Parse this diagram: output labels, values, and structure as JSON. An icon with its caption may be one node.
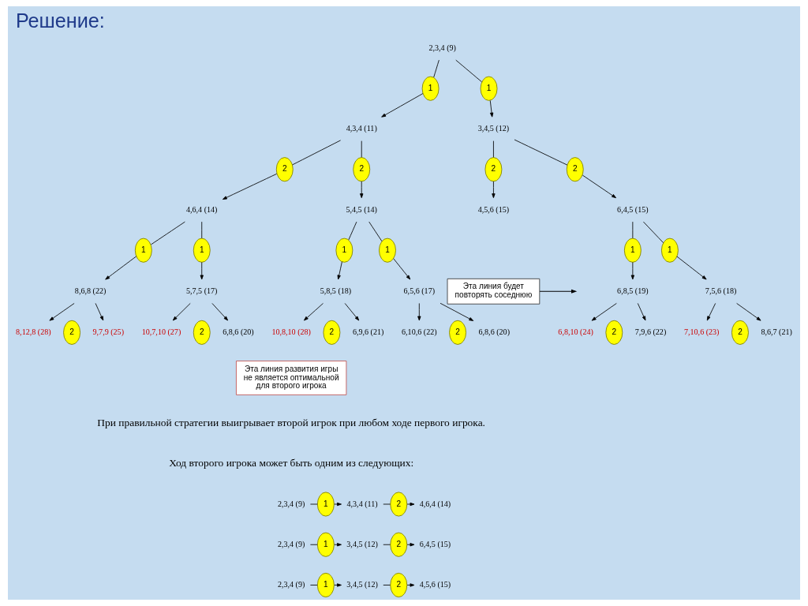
{
  "diagram": {
    "title": "Решение:",
    "nodes": [
      {
        "text": [
          "2,3,4 (9)"
        ]
      },
      {
        "text": [
          "1"
        ]
      },
      {
        "text": [
          "1"
        ]
      },
      {
        "text": [
          "4,3,4 (11)"
        ]
      },
      {
        "text": [
          "3,4,5 (12)"
        ]
      },
      {
        "text": [
          "2"
        ]
      },
      {
        "text": [
          "2"
        ]
      },
      {
        "text": [
          "2"
        ]
      },
      {
        "text": [
          "2"
        ]
      },
      {
        "text": [
          "4,6,4 (14)"
        ]
      },
      {
        "text": [
          "5,4,5 (14)"
        ]
      },
      {
        "text": [
          "4,5,6 (15)"
        ]
      },
      {
        "text": [
          "6,4,5 (15)"
        ]
      },
      {
        "text": [
          "1"
        ]
      },
      {
        "text": [
          "1"
        ]
      },
      {
        "text": [
          "1"
        ]
      },
      {
        "text": [
          "1"
        ]
      },
      {
        "text": [
          "Эта линия будет повторять соседнюю"
        ]
      },
      {
        "text": [
          "1"
        ]
      },
      {
        "text": [
          "1"
        ]
      },
      {
        "text": [
          "8,6,8 (22)"
        ]
      },
      {
        "text": [
          "5,7,5 (17)"
        ]
      },
      {
        "text": [
          "5,8,5 (18)"
        ]
      },
      {
        "text": [
          "6,5,6 (17)"
        ]
      },
      {
        "text": [
          "6,8,5 (19)"
        ]
      },
      {
        "text": [
          "7,5,6 (18)"
        ]
      },
      {
        "text": [
          "2"
        ]
      },
      {
        "text": [
          "2"
        ]
      },
      {
        "text": [
          "2"
        ]
      },
      {
        "text": [
          "2"
        ]
      },
      {
        "text": [
          "2"
        ]
      },
      {
        "text": [
          "2"
        ]
      },
      {
        "text": [
          "8,12,8 (28)"
        ]
      },
      {
        "text": [
          "9,7,9 (25)"
        ]
      },
      {
        "text": [
          "10,7,10 (27)"
        ]
      },
      {
        "text": [
          "6,8,6 (20)"
        ]
      },
      {
        "text": [
          "10,8,10 (28)"
        ]
      },
      {
        "text": [
          "6,9,6 (21)"
        ]
      },
      {
        "text": [
          "6,10,6 (22)"
        ]
      },
      {
        "text": [
          "6,8,6 (20)"
        ]
      },
      {
        "text": [
          "6,8,10 (24)"
        ]
      },
      {
        "text": [
          "7,9,6 (22)"
        ]
      },
      {
        "text": [
          "7,10,6 (23)"
        ]
      },
      {
        "text": [
          "8,6,7 (21)"
        ]
      },
      {
        "text": [
          "Эта линия развития игры не является оптимальной для второго игрока"
        ]
      },
      {
        "text": [
          "2,3,4 (9)"
        ]
      },
      {
        "text": [
          "1"
        ]
      },
      {
        "text": [
          "4,3,4 (11)"
        ]
      },
      {
        "text": [
          "2"
        ]
      },
      {
        "text": [
          "4,6,4 (14)"
        ]
      },
      {
        "text": [
          "2,3,4 (9)"
        ]
      },
      {
        "text": [
          "1"
        ]
      },
      {
        "text": [
          "3,4,5 (12)"
        ]
      },
      {
        "text": [
          "2"
        ]
      },
      {
        "text": [
          "6,4,5 (15)"
        ]
      },
      {
        "text": [
          "2,3,4 (9)"
        ]
      },
      {
        "text": [
          "1"
        ]
      },
      {
        "text": [
          "3,4,5 (12)"
        ]
      },
      {
        "text": [
          "2"
        ]
      },
      {
        "text": [
          "4,5,6 (15)"
        ]
      }
    ],
    "edges": [
      {
        "from": 0,
        "to": 1,
        "arrow": "none"
      },
      {
        "from": 1,
        "to": 3,
        "arrow": "to"
      },
      {
        "from": 0,
        "to": 2,
        "arrow": "none"
      },
      {
        "from": 2,
        "to": 4,
        "arrow": "to"
      },
      {
        "from": 3,
        "to": 5,
        "arrow": "none"
      },
      {
        "from": 5,
        "to": 9,
        "arrow": "to"
      },
      {
        "from": 3,
        "to": 6,
        "arrow": "none"
      },
      {
        "from": 6,
        "to": 10,
        "arrow": "to"
      },
      {
        "from": 4,
        "to": 7,
        "arrow": "none"
      },
      {
        "from": 7,
        "to": 11,
        "arrow": "to"
      },
      {
        "from": 4,
        "to": 8,
        "arrow": "none"
      },
      {
        "from": 8,
        "to": 12,
        "arrow": "to"
      },
      {
        "from": 9,
        "to": 13,
        "arrow": "none"
      },
      {
        "from": 13,
        "to": 20,
        "arrow": "to"
      },
      {
        "from": 9,
        "to": 14,
        "arrow": "none"
      },
      {
        "from": 14,
        "to": 21,
        "arrow": "to"
      },
      {
        "from": 10,
        "to": 15,
        "arrow": "none"
      },
      {
        "from": 15,
        "to": 22,
        "arrow": "to"
      },
      {
        "from": 10,
        "to": 16,
        "arrow": "none"
      },
      {
        "from": 16,
        "to": 23,
        "arrow": "to"
      },
      {
        "from": 12,
        "to": 18,
        "arrow": "none"
      },
      {
        "from": 18,
        "to": 24,
        "arrow": "to"
      },
      {
        "from": 12,
        "to": 19,
        "arrow": "none"
      },
      {
        "from": 19,
        "to": 25,
        "arrow": "to"
      },
      {
        "from": 20,
        "to": 32,
        "arrow": "to"
      },
      {
        "from": 20,
        "to": 33,
        "arrow": "to"
      },
      {
        "from": 21,
        "to": 34,
        "arrow": "to"
      },
      {
        "from": 21,
        "to": 35,
        "arrow": "to"
      },
      {
        "from": 22,
        "to": 36,
        "arrow": "to"
      },
      {
        "from": 22,
        "to": 37,
        "arrow": "to"
      },
      {
        "from": 23,
        "to": 38,
        "arrow": "to"
      },
      {
        "from": 23,
        "to": 39,
        "arrow": "to"
      },
      {
        "from": 24,
        "to": 40,
        "arrow": "to"
      },
      {
        "from": 24,
        "to": 41,
        "arrow": "to"
      },
      {
        "from": 25,
        "to": 42,
        "arrow": "to"
      },
      {
        "from": 25,
        "to": 43,
        "arrow": "to"
      },
      {
        "from": 17,
        "to": null,
        "arrow": "to"
      },
      {
        "from": 45,
        "to": 46,
        "arrow": "none"
      },
      {
        "from": 46,
        "to": 47,
        "arrow": "to"
      },
      {
        "from": 47,
        "to": 48,
        "arrow": "none"
      },
      {
        "from": 48,
        "to": 49,
        "arrow": "to"
      },
      {
        "from": 50,
        "to": 51,
        "arrow": "none"
      },
      {
        "from": 51,
        "to": 52,
        "arrow": "to"
      },
      {
        "from": 52,
        "to": 53,
        "arrow": "none"
      },
      {
        "from": 53,
        "to": 54,
        "arrow": "to"
      },
      {
        "from": 55,
        "to": 56,
        "arrow": "none"
      },
      {
        "from": 56,
        "to": 57,
        "arrow": "to"
      },
      {
        "from": 57,
        "to": 58,
        "arrow": "none"
      },
      {
        "from": 58,
        "to": 59,
        "arrow": "to"
      }
    ],
    "labels": [
      "При правильной стратегии выигрывает второй игрок при любом ходе первого игрока.",
      "Ход второго игрока может быть одним из следующих:"
    ]
  }
}
